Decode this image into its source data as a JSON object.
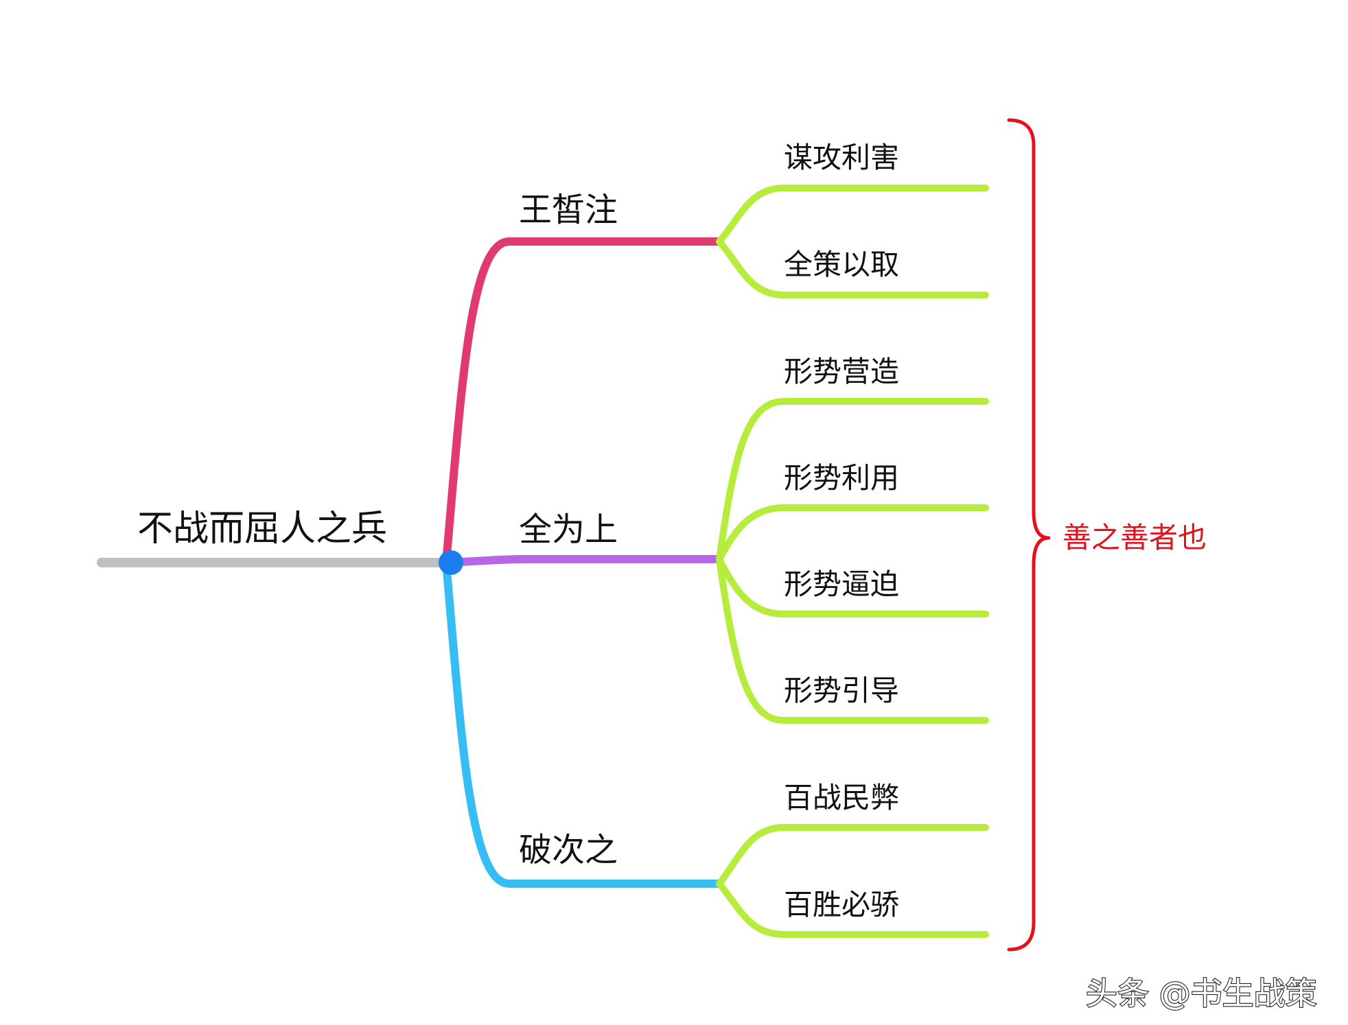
{
  "root": {
    "label": "不战而屈人之兵",
    "line_color": "#c0bfc4",
    "node_color": "#1a7ef0"
  },
  "branches": [
    {
      "label": "王皙注",
      "color": "#e03a6e",
      "leaves": [
        "谋攻利害",
        "全策以取"
      ]
    },
    {
      "label": "全为上",
      "color": "#b866e8",
      "leaves": [
        "形势营造",
        "形势利用",
        "形势逼迫",
        "形势引导"
      ]
    },
    {
      "label": "破次之",
      "color": "#36bdf2",
      "leaves": [
        "百战民弊",
        "百胜必骄"
      ]
    }
  ],
  "leaf_color": "#b6ec3c",
  "brace": {
    "label": "善之善者也",
    "color": "#e5121b"
  },
  "watermark": "头条 @书生战策"
}
